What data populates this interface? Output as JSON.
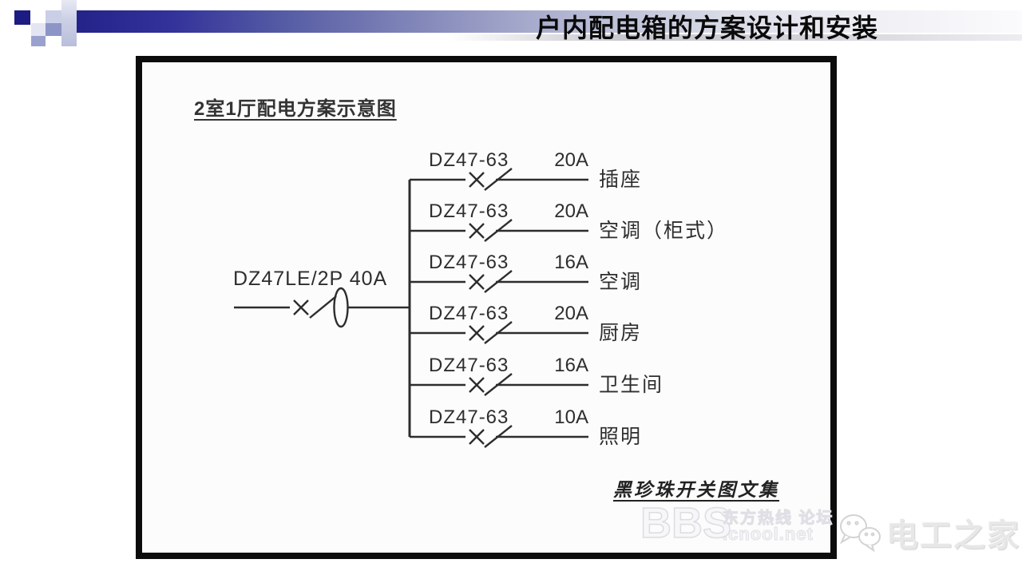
{
  "slide": {
    "title": "户内配电箱的方案设计和安装"
  },
  "panel": {
    "title": "2室1厅配电方案示意图",
    "main_breaker": {
      "label": "DZ47LE/2P 40A"
    },
    "branches": [
      {
        "model": "DZ47-63",
        "rating": "20A",
        "label": "插座"
      },
      {
        "model": "DZ47-63",
        "rating": "20A",
        "label": "空调（柜式）"
      },
      {
        "model": "DZ47-63",
        "rating": "16A",
        "label": "空调"
      },
      {
        "model": "DZ47-63",
        "rating": "20A",
        "label": "厨房"
      },
      {
        "model": "DZ47-63",
        "rating": "16A",
        "label": "卫生间"
      },
      {
        "model": "DZ47-63",
        "rating": "10A",
        "label": "照明"
      }
    ],
    "note": "黑珍珠开关图文集",
    "watermark": {
      "bbs": "BBS",
      "site_top": "东方热线 论坛",
      "site_bottom": ".cnool.net"
    }
  },
  "footer_logo": {
    "text": "电工之家"
  },
  "colors": {
    "accent_navy": "#23238a",
    "line_color": "#2d2d2d",
    "panel_border": "#0c0c0c",
    "watermark_gray": "#dcdce2",
    "logo_gray": "#e7e7e7"
  }
}
